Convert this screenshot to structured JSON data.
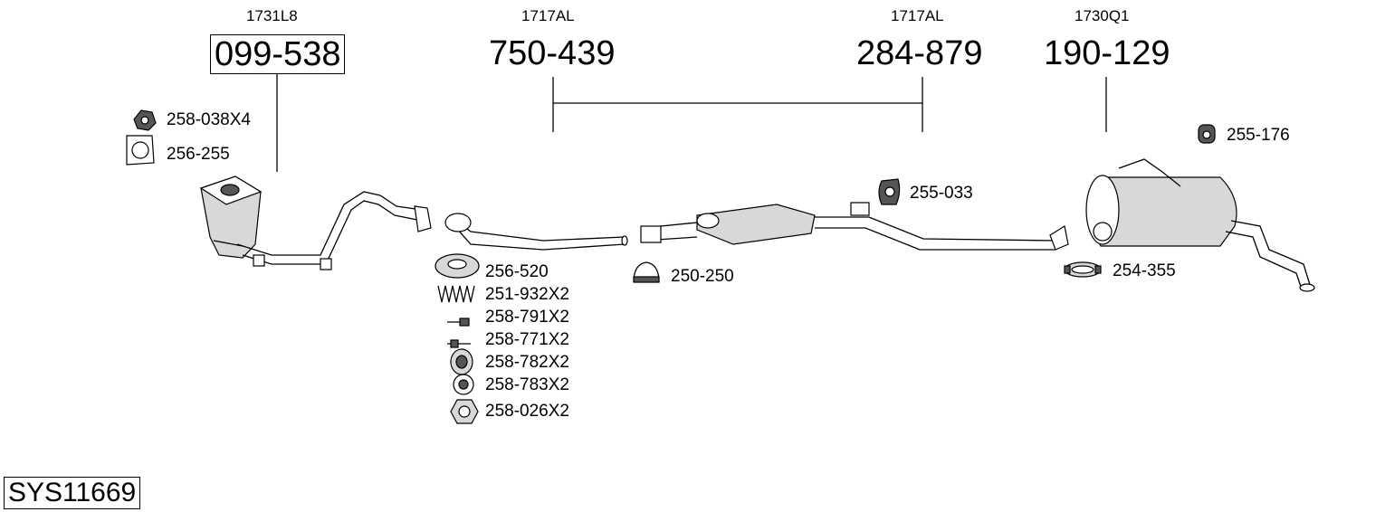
{
  "groups": [
    {
      "code": "1731L8",
      "part": "099-538",
      "boxed": true
    },
    {
      "code": "1717AL",
      "part": "750-439",
      "boxed": false
    },
    {
      "code": "1717AL",
      "part": "284-879",
      "boxed": false
    },
    {
      "code": "1730Q1",
      "part": "190-129",
      "boxed": false
    }
  ],
  "accessories": [
    {
      "label": "258-038X4",
      "icon": "nut-icon"
    },
    {
      "label": "256-255",
      "icon": "flange-gasket-icon"
    },
    {
      "label": "256-520",
      "icon": "ring-gasket-icon"
    },
    {
      "label": "251-932X2",
      "icon": "spring-icon"
    },
    {
      "label": "258-791X2",
      "icon": "bolt-icon"
    },
    {
      "label": "258-771X2",
      "icon": "stud-icon"
    },
    {
      "label": "258-782X2",
      "icon": "sleeve-icon"
    },
    {
      "label": "258-783X2",
      "icon": "washer-icon"
    },
    {
      "label": "258-026X2",
      "icon": "hex-nut-icon"
    },
    {
      "label": "250-250",
      "icon": "u-clamp-icon"
    },
    {
      "label": "255-033",
      "icon": "rubber-hanger-icon"
    },
    {
      "label": "255-176",
      "icon": "rubber-mount-icon"
    },
    {
      "label": "254-355",
      "icon": "band-clamp-icon"
    }
  ],
  "system_id": "SYS11669"
}
